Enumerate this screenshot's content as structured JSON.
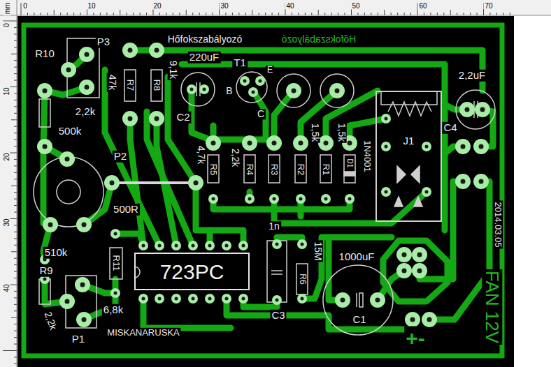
{
  "diagram": {
    "nodes": [
      {
        "text": [
          "723PC"
        ]
      },
      {
        "text": [
          "J1"
        ]
      }
    ],
    "labels": [
      "mm",
      "0",
      "10",
      "20",
      "30",
      "40",
      "50",
      "60",
      "70",
      "0",
      "10",
      "20",
      "30",
      "40",
      "Hőfokszabályozó",
      "Hőfokszabályozó",
      "P3",
      "R10",
      "220uF",
      "T1",
      "E",
      "2,2uF",
      "47k",
      "R7",
      "9,1k",
      "R8",
      "B",
      "2,2k",
      "C2",
      "C",
      "1,5k",
      "1,5k",
      "C4",
      "500k",
      "P2",
      "4,7k",
      "R5",
      "2,2k",
      "R4",
      "R3",
      "R2",
      "R1",
      "D1",
      "1N4001",
      "2014.03.05",
      "500R",
      "1n",
      "510k",
      "R11",
      "15M",
      "R6",
      "1000uF",
      "FAN 12V",
      "R9",
      "6,8k",
      "2,2k",
      "C3",
      "C1",
      "P1",
      "MISKANARUSKA",
      "+-"
    ]
  }
}
